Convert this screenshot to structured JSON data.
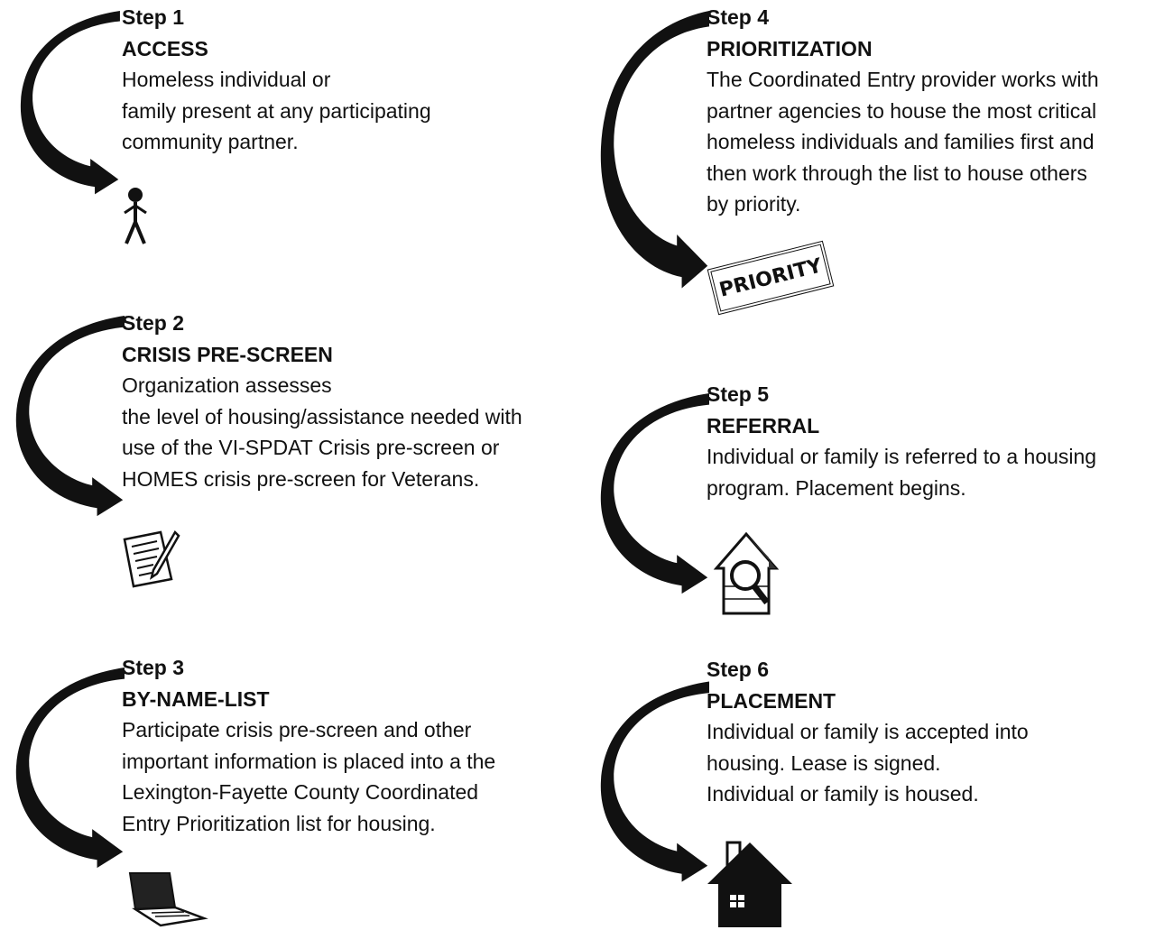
{
  "steps": [
    {
      "number": "Step 1",
      "title": "ACCESS",
      "lines": [
        "Homeless individual or",
        "family present at any participating",
        "community partner."
      ],
      "icon": "person-icon"
    },
    {
      "number": "Step 2",
      "title": "CRISIS PRE-SCREEN",
      "lines": [
        "Organization assesses",
        "the level of housing/assistance needed with",
        "use of the VI-SPDAT Crisis pre-screen or",
        "HOMES crisis pre-screen for Veterans."
      ],
      "icon": "document-pencil-icon"
    },
    {
      "number": "Step 3",
      "title": "BY-NAME-LIST",
      "lines": [
        "Participate crisis pre-screen and other",
        "important information is placed into a the",
        "Lexington-Fayette County Coordinated",
        "Entry Prioritization list for housing."
      ],
      "icon": "laptop-icon"
    },
    {
      "number": "Step 4",
      "title": "PRIORITIZATION",
      "lines": [
        "The Coordinated Entry provider works with",
        "partner agencies to house the most critical",
        "homeless individuals and families first and",
        "then work through the list to house others",
        "by priority."
      ],
      "icon": "priority-stamp-icon",
      "stamp_text": "PRIORITY"
    },
    {
      "number": "Step 5",
      "title": "REFERRAL",
      "lines": [
        "Individual or family is referred to a housing",
        "program. Placement begins."
      ],
      "icon": "house-magnifier-icon"
    },
    {
      "number": "Step 6",
      "title": "PLACEMENT",
      "lines": [
        "Individual or family is accepted into",
        "housing. Lease is signed.",
        "Individual or family is housed."
      ],
      "icon": "house-icon"
    }
  ],
  "colors": {
    "arrow": "#111111",
    "text": "#111111",
    "background": "#ffffff"
  }
}
